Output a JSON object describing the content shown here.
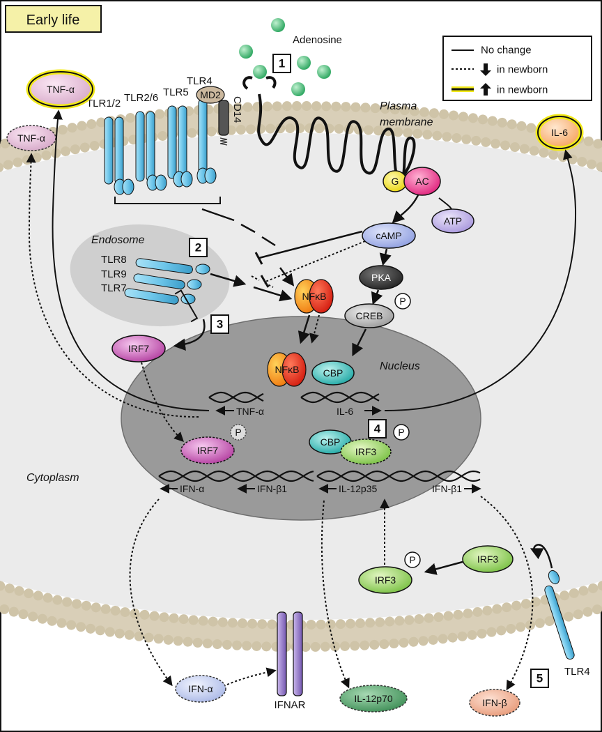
{
  "title": "Early life",
  "legend": {
    "no_change": "No change",
    "down": "in newborn",
    "up": "in newborn"
  },
  "labels": {
    "adenosine": "Adenosine",
    "plasma_membrane_1": "Plasma",
    "plasma_membrane_2": "membrane",
    "endosome": "Endosome",
    "nucleus": "Nucleus",
    "cytoplasm": "Cytoplasm",
    "tlr12": "TLR1/2",
    "tlr26": "TLR2/6",
    "tlr5": "TLR5",
    "tlr4": "TLR4",
    "md2": "MD2",
    "cd14": "CD14",
    "tlr8": "TLR8",
    "tlr9": "TLR9",
    "tlr7": "TLR7",
    "tlr4_bottom": "TLR4",
    "ifnar": "IFNAR"
  },
  "numbers": [
    "1",
    "2",
    "3",
    "4",
    "5"
  ],
  "molecules": {
    "tnf_out": "TNF-α",
    "tnf_out_small": "TNF-α",
    "il6_out": "IL-6",
    "g": "G",
    "ac": "AC",
    "atp": "ATP",
    "camp": "cAMP",
    "pka": "PKA",
    "creb": "CREB",
    "nfkb_cyto": "NFκB",
    "nfkb_nuc": "NFκB",
    "cbp_1": "CBP",
    "cbp_2": "CBP",
    "irf7_cyto": "IRF7",
    "irf7_nuc": "IRF7",
    "irf3_nuc": "IRF3",
    "irf3_cyto_p": "IRF3",
    "irf3_cyto": "IRF3",
    "ifna_out": "IFN-α",
    "il12p70": "IL-12p70",
    "ifnb_out": "IFN-β",
    "phospho": "P"
  },
  "genes": {
    "tnfa": "TNF-α",
    "il6": "IL-6",
    "ifna": "IFN-α",
    "ifnb1_left": "IFN-β1",
    "il12p35": "IL-12p35",
    "ifnb1_right": "IFN-β1"
  },
  "colors": {
    "membrane_head": "#e6dcc6",
    "cell_fill": "#ebebeb",
    "nucleus": "#999999",
    "endosome": "#cfcfcf",
    "tlr_blue": "#6ec6ea",
    "adenosine": "#3bb56c",
    "title_box": "#f5f1a8",
    "highlight_ring": "#f2ea1a"
  }
}
